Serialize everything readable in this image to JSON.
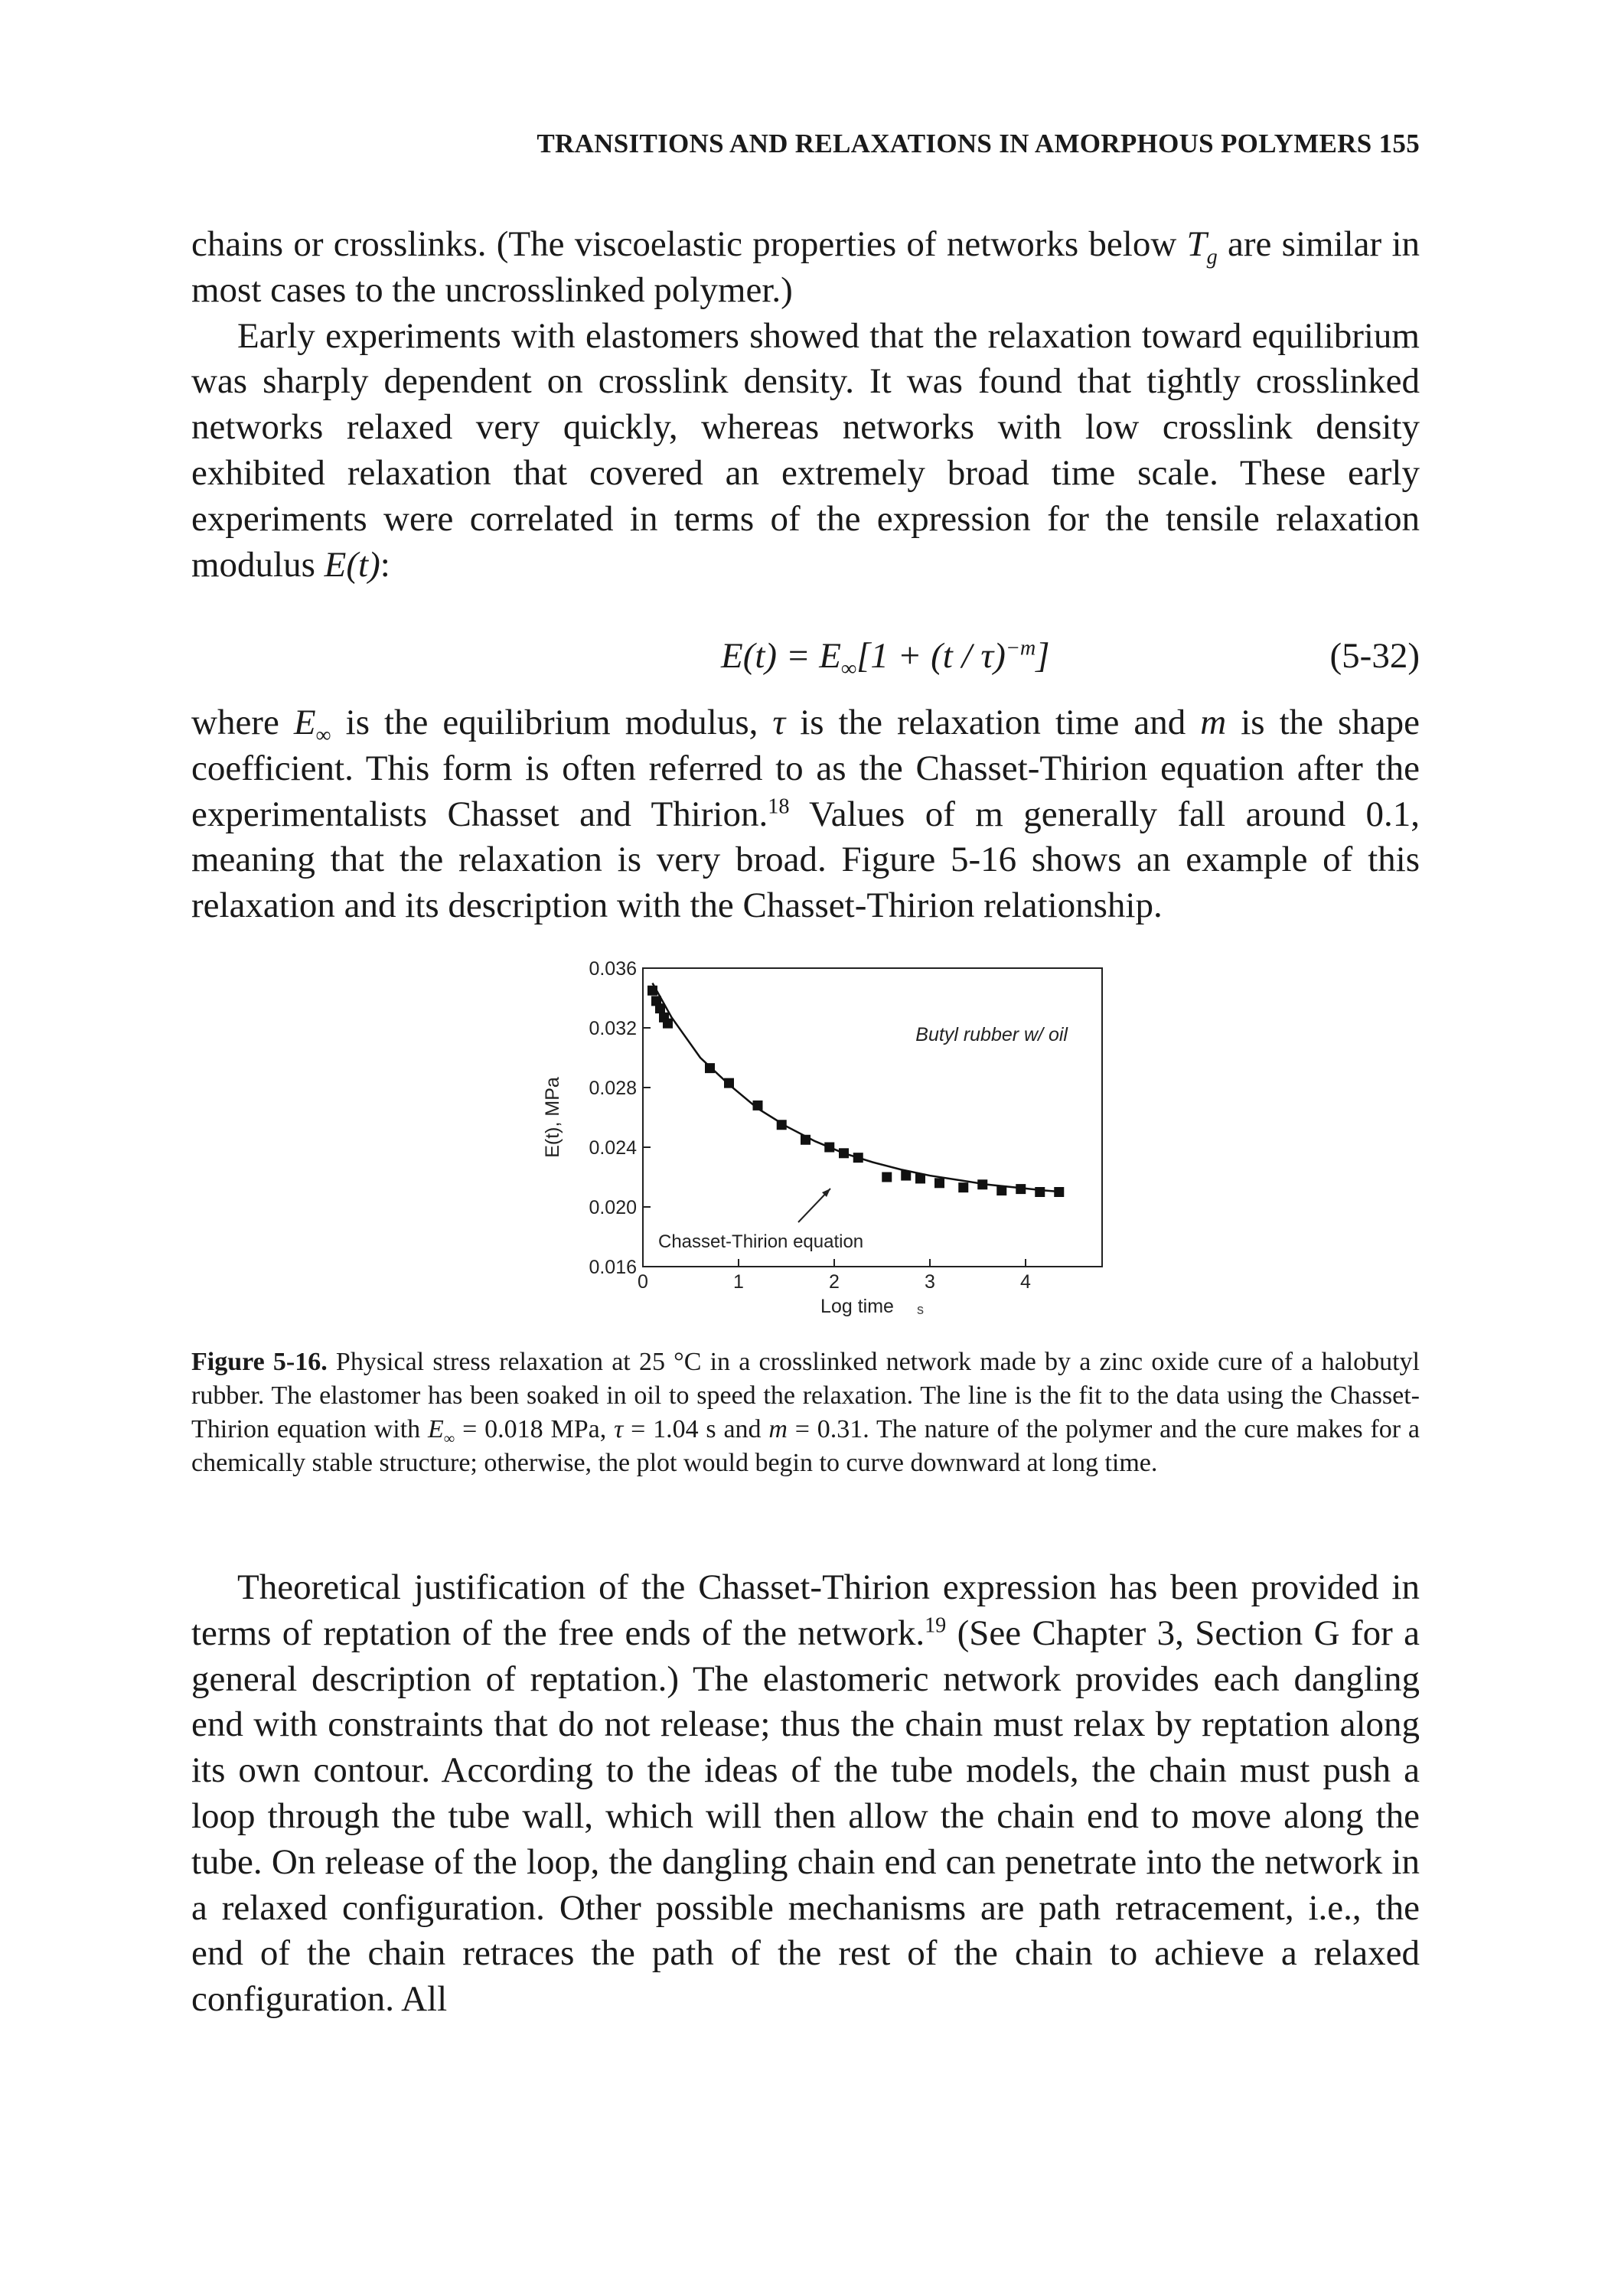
{
  "header": {
    "running_title": "TRANSITIONS AND RELAXATIONS IN AMORPHOUS POLYMERS",
    "page_number": "155"
  },
  "para1": {
    "a": "chains or crosslinks.  (The viscoelastic properties of networks below ",
    "tg_T": "T",
    "tg_sub": "g",
    "b": " are similar in most cases to the uncrosslinked polymer.)"
  },
  "para2": {
    "a": "Early experiments with elastomers showed that the relaxation toward equilibrium was sharply dependent on crosslink density.  It was found that tightly crosslinked networks relaxed very quickly, whereas networks with low crosslink density exhibited relaxation that covered an extremely broad time scale.  These early experiments were correlated in terms of the expression for the tensile relaxation modulus ",
    "et": "E(t)",
    "b": ":"
  },
  "equation": {
    "lhs": "E(t) = E",
    "sub": "∞",
    "mid": "[1 + (t / τ)",
    "sup": "−m",
    "end": "]",
    "number": "(5-32)"
  },
  "para3": {
    "a": "where ",
    "e": "E",
    "e_sub": "∞",
    "b": " is the equilibrium modulus, ",
    "tau": "τ",
    "c": " is the relaxation time and ",
    "m": "m",
    "d": " is the shape coefficient.  This form is often referred to as the Chasset-Thirion equation after the experimentalists Chasset and Thirion.",
    "ref": "18",
    "e2": "  Values of m generally fall around 0.1, meaning that the relaxation is very broad.  Figure 5-16 shows an example of this relaxation and its description with the Chasset-Thirion relationship."
  },
  "figure": {
    "label": "Figure 5-16.",
    "caption_a": " Physical stress relaxation at 25 °C in a crosslinked network made by a zinc oxide cure of a halobutyl rubber.  The elastomer has been soaked in oil to speed the relaxation.  The line is the fit to the data using the Chasset-Thirion equation with ",
    "e": "E",
    "e_sub": "∞",
    "caption_b": " = 0.018 MPa, ",
    "tau": "τ",
    "caption_c": " = 1.04 s and ",
    "m": "m",
    "caption_d": " = 0.31.  The nature of the polymer and the cure makes for a chemically stable structure; otherwise, the plot would begin to curve downward at long time."
  },
  "chart_data": {
    "type": "scatter",
    "title": "",
    "xlabel": "Log time",
    "x_axis_unit_fragment": "s",
    "ylabel": "E(t), MPa",
    "xlim": [
      0,
      4.8
    ],
    "ylim": [
      0.016,
      0.036
    ],
    "x_ticks": [
      "0",
      "1",
      "2",
      "3",
      "4"
    ],
    "y_ticks": [
      "0.016",
      "0.020",
      "0.024",
      "0.028",
      "0.032",
      "0.036"
    ],
    "grid": false,
    "legend": "none",
    "annotations": [
      "Butyl rubber w/ oil",
      "Chasset-Thirion equation"
    ],
    "series": [
      {
        "kind": "markers",
        "marker": "square",
        "x": [
          0.1,
          0.14,
          0.18,
          0.22,
          0.26,
          0.7,
          0.9,
          1.2,
          1.45,
          1.7,
          1.95,
          2.1,
          2.25,
          2.55,
          2.75,
          2.9,
          3.1,
          3.35,
          3.55,
          3.75,
          3.95,
          4.15,
          4.35
        ],
        "y": [
          0.0345,
          0.0338,
          0.0333,
          0.0327,
          0.0323,
          0.0293,
          0.0283,
          0.0268,
          0.0255,
          0.0245,
          0.024,
          0.0236,
          0.0233,
          0.022,
          0.0221,
          0.0219,
          0.0216,
          0.0213,
          0.0215,
          0.0211,
          0.0212,
          0.021,
          0.021
        ]
      },
      {
        "kind": "fit-line",
        "x": [
          0.1,
          0.3,
          0.6,
          0.9,
          1.2,
          1.5,
          1.8,
          2.1,
          2.4,
          2.7,
          3.0,
          3.3,
          3.6,
          3.9,
          4.2,
          4.4
        ],
        "y": [
          0.035,
          0.0327,
          0.03,
          0.0282,
          0.0266,
          0.0254,
          0.0244,
          0.0236,
          0.023,
          0.0225,
          0.0221,
          0.0218,
          0.0215,
          0.0213,
          0.0211,
          0.021
        ]
      }
    ]
  },
  "para4": {
    "a": "Theoretical justification of the Chasset-Thirion expression has been provided in terms of reptation of the free ends of the network.",
    "ref": "19",
    "b": "  (See Chapter 3, Section G for a general description of reptation.)  The elastomeric network provides each dangling end with constraints that do not release; thus the chain must relax by reptation along its own contour.  According to the ideas of the tube models, the chain must push a loop through the tube wall, which will then allow the chain end to move along the tube.  On release of the loop, the dangling chain end can penetrate into the network in a relaxed configuration.  Other possible mechanisms are path retracement, i.e., the end of the chain retraces the path of the rest of the chain to achieve a relaxed configuration.  All"
  }
}
